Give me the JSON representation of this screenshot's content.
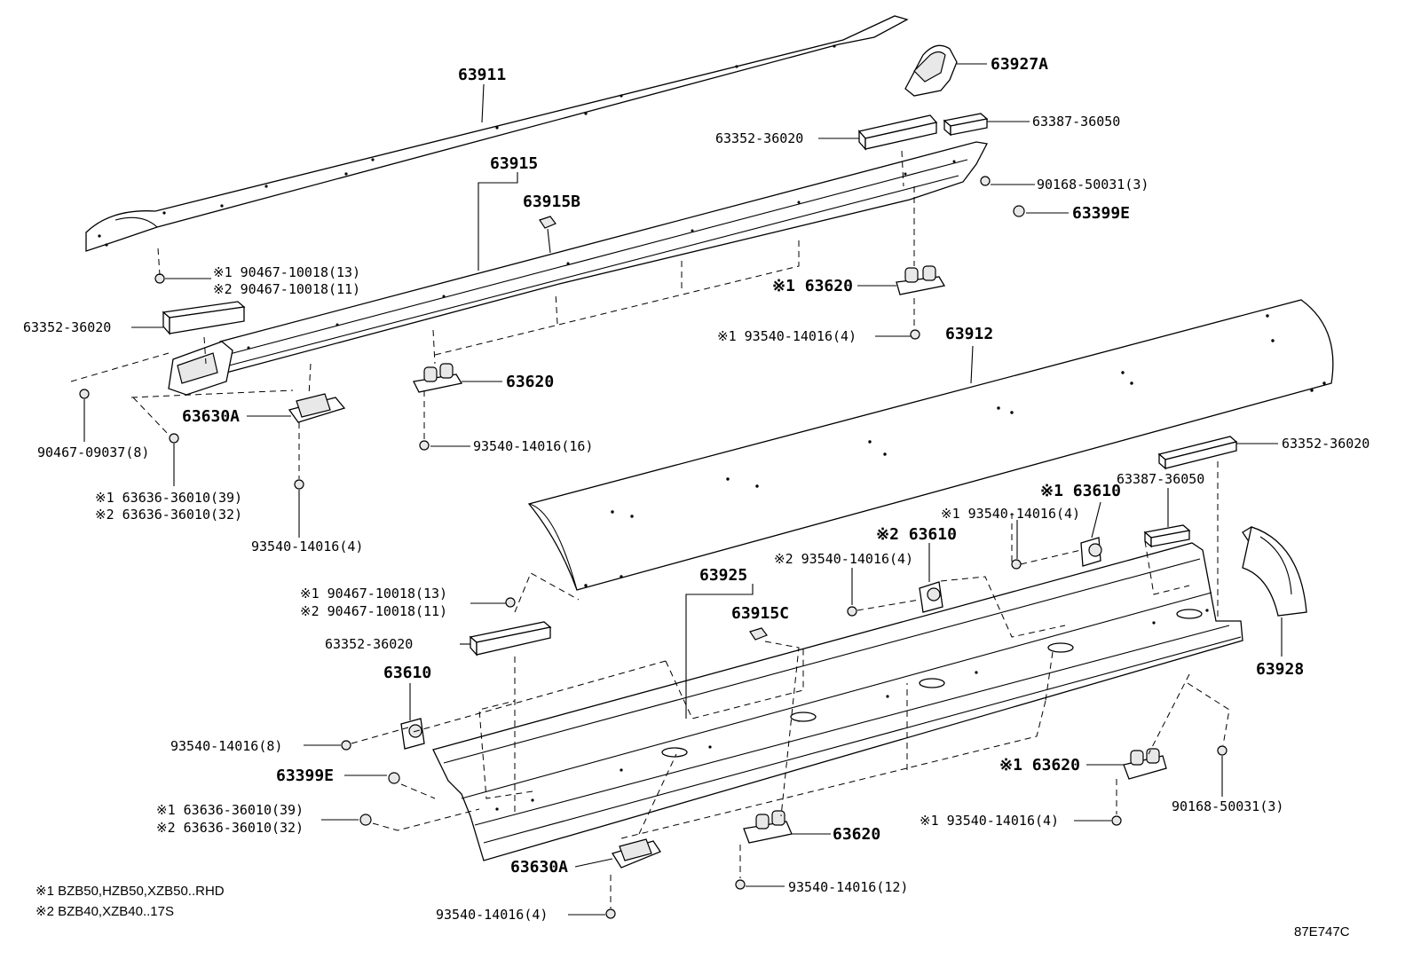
{
  "labels": {
    "p63911": "63911",
    "p63927A": "63927A",
    "p63352_top": "63352-36020",
    "p63387_top": "63387-36050",
    "p63915": "63915",
    "p63915B": "63915B",
    "p90168_top": "90168-50031(3)",
    "p63399E_top": "63399E",
    "n90467_1": "※1 90467-10018(13)",
    "n90467_2": "※2 90467-10018(11)",
    "p63352_left": "63352-36020",
    "p63620_x1top": "※1 63620",
    "p93540_x1top": "※1 93540-14016(4)",
    "p63912": "63912",
    "p63620_mid": "63620",
    "p63630A_top": "63630A",
    "p90467_09037": "90467-09037(8)",
    "p93540_16": "93540-14016(16)",
    "n63636_1": "※1 63636-36010(39)",
    "n63636_2": "※2 63636-36010(32)",
    "p93540_4a": "93540-14016(4)",
    "p63352_right": "63352-36020",
    "p63610_x1": "※1 63610",
    "p63387_right": "63387-36050",
    "p93540_x1r": "※1 93540-14016(4)",
    "p63610_x2": "※2 63610",
    "p93540_x2": "※2 93540-14016(4)",
    "n90467_b1": "※1 90467-10018(13)",
    "n90467_b2": "※2 90467-10018(11)",
    "p63925": "63925",
    "p63915C": "63915C",
    "p63352_low": "63352-36020",
    "p63610_low": "63610",
    "p63928": "63928",
    "p93540_8": "93540-14016(8)",
    "p63399E_low": "63399E",
    "n63636_b1": "※1 63636-36010(39)",
    "n63636_b2": "※2 63636-36010(32)",
    "p63620_x1low": "※1 63620",
    "p90168_low": "90168-50031(3)",
    "p93540_x1low": "※1 93540-14016(4)",
    "p63620_low": "63620",
    "p63630A_low": "63630A",
    "p93540_12": "93540-14016(12)",
    "p93540_4b": "93540-14016(4)"
  },
  "notes": {
    "note1": "※1 BZB50,HZB50,XZB50..RHD",
    "note2": "※2 BZB40,XZB40..17S"
  },
  "code": "87E747C"
}
